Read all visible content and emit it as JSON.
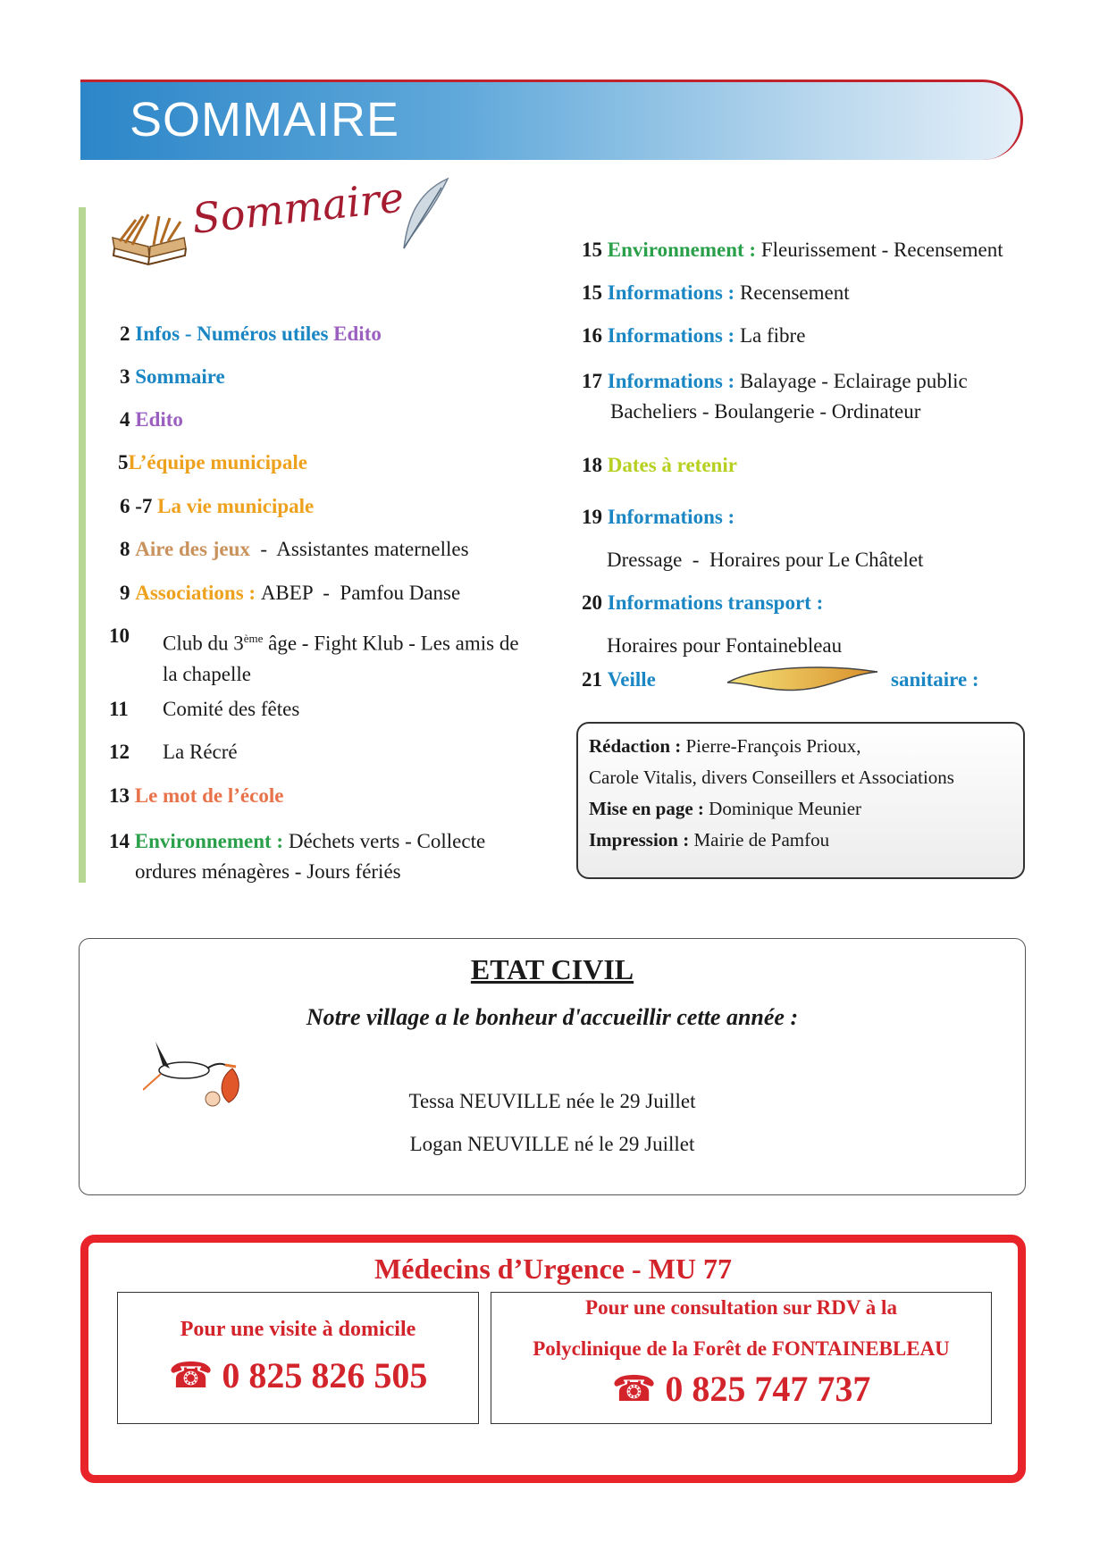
{
  "header": {
    "title": "SOMMAIRE"
  },
  "logo": {
    "text": "Sommaire"
  },
  "toc_left": [
    {
      "num": "2",
      "parts": [
        {
          "t": "Infos - Numéros utiles ",
          "c": "blue"
        },
        {
          "t": "Edito",
          "c": "purple"
        }
      ]
    },
    {
      "num": "3",
      "parts": [
        {
          "t": "Sommaire",
          "c": "blue"
        }
      ]
    },
    {
      "num": "4",
      "parts": [
        {
          "t": "Edito",
          "c": "purple"
        }
      ]
    },
    {
      "num": "5",
      "parts": [
        {
          "t": "L’équipe municipale",
          "c": "orange"
        }
      ]
    },
    {
      "num": "6 -7",
      "parts": [
        {
          "t": "La vie municipale",
          "c": "orange"
        }
      ]
    },
    {
      "num": "8",
      "parts": [
        {
          "t": "Aire des jeux",
          "c": "tan"
        },
        {
          "t": "  -  Assistantes maternelles",
          "c": ""
        }
      ]
    },
    {
      "num": "9",
      "parts": [
        {
          "t": "Associations : ",
          "c": "orange"
        },
        {
          "t": "ABEP  -  Pamfou Danse",
          "c": ""
        }
      ]
    },
    {
      "num": "10",
      "line1_pre": "Club du 3",
      "sup": "ème",
      "line1_post": " âge - Fight Klub - Les amis de",
      "line2": "la chapelle"
    },
    {
      "num": "11",
      "text": "Comité des fêtes"
    },
    {
      "num": "12",
      "text": "La Récré"
    },
    {
      "num": "13",
      "parts": [
        {
          "t": "Le mot de l’école",
          "c": "coral"
        }
      ]
    },
    {
      "num": "14",
      "label": "Environnement : ",
      "line1": "Déchets verts  -  Collecte",
      "line2": "ordures ménagères - Jours fériés"
    }
  ],
  "toc_right": [
    {
      "num": "15",
      "label": "Environnement : ",
      "c": "green",
      "text": "Fleurissement - Recensement"
    },
    {
      "num": "15",
      "label": "Informations : ",
      "c": "blue",
      "text": "Recensement"
    },
    {
      "num": "16",
      "label": "Informations : ",
      "c": "blue",
      "text": "La fibre"
    },
    {
      "num": "17",
      "label": "Informations : ",
      "c": "blue",
      "text": "Balayage - Eclairage public",
      "line2": "Bacheliers - Boulangerie - Ordinateur"
    },
    {
      "num": "18",
      "label": "Dates à retenir",
      "c": "lime",
      "text": ""
    },
    {
      "num": "19",
      "label": "Informations :",
      "c": "blue",
      "text": "",
      "line2": "Dressage  -  Horaires pour Le Châtelet"
    },
    {
      "num": "20",
      "label": "Informations transport :",
      "c": "blue",
      "text": "",
      "line2": "Horaires pour Fontainebleau"
    },
    {
      "num": "21",
      "label": "Veille",
      "c": "blue",
      "label2": "sanitaire :"
    }
  ],
  "credits": {
    "redaction_label": "Rédaction :",
    "redaction_value": "Pierre-François Prioux,",
    "redaction_line2": "Carole Vitalis, divers Conseillers et Associations",
    "mise_label": "Mise en page :",
    "mise_value": "Dominique Meunier",
    "impression_label": "Impression :",
    "impression_value": "Mairie de Pamfou"
  },
  "etat_civil": {
    "title": "ETAT CIVIL",
    "subtitle": "Notre village a le bonheur d'accueillir cette année :",
    "births": [
      "Tessa NEUVILLE née le 29 Juillet",
      "Logan NEUVILLE né le 29 Juillet"
    ]
  },
  "urgence": {
    "title": "Médecins d’Urgence - MU 77",
    "left_label": "Pour une visite à domicile",
    "left_phone": "0 825 826 505",
    "right_label1": "Pour une consultation sur RDV à la",
    "right_label2": "Polyclinique de la Forêt de FONTAINEBLEAU",
    "right_phone": "0 825 747 737"
  },
  "colors": {
    "blue": "#1a86c4",
    "purple": "#9b5fc0",
    "orange": "#eea11c",
    "green": "#2aa04a",
    "lime": "#b7cf1f",
    "coral": "#e8724a",
    "red": "#d3242b"
  },
  "icons": [
    "book-icon",
    "feather-icon",
    "leaf-icon",
    "stork-icon",
    "phone-icon"
  ]
}
